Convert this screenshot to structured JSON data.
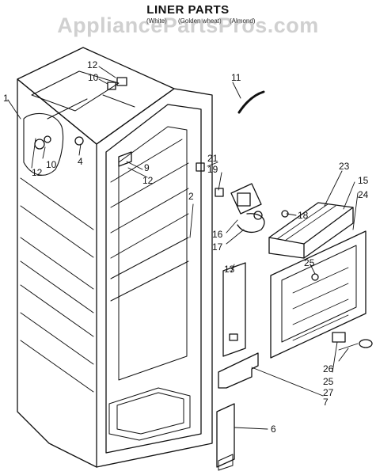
{
  "title": "LINER PARTS",
  "watermark": "AppliancePartsPros.com",
  "color_variants": [
    {
      "label": "(White)"
    },
    {
      "label": "(Golden wheat)"
    },
    {
      "label": "(Almond)"
    }
  ],
  "callouts": [
    {
      "id": "1",
      "label": "1"
    },
    {
      "id": "2",
      "label": "2"
    },
    {
      "id": "4",
      "label": "4"
    },
    {
      "id": "6",
      "label": "6"
    },
    {
      "id": "7",
      "label": "7"
    },
    {
      "id": "9",
      "label": "9"
    },
    {
      "id": "10a",
      "label": "10"
    },
    {
      "id": "10b",
      "label": "10"
    },
    {
      "id": "11",
      "label": "11"
    },
    {
      "id": "12a",
      "label": "12"
    },
    {
      "id": "12b",
      "label": "12"
    },
    {
      "id": "12c",
      "label": "12"
    },
    {
      "id": "13",
      "label": "13"
    },
    {
      "id": "15",
      "label": "15"
    },
    {
      "id": "16",
      "label": "16"
    },
    {
      "id": "17",
      "label": "17"
    },
    {
      "id": "18",
      "label": "18"
    },
    {
      "id": "19",
      "label": "19"
    },
    {
      "id": "21",
      "label": "21"
    },
    {
      "id": "23",
      "label": "23"
    },
    {
      "id": "24",
      "label": "24"
    },
    {
      "id": "25a",
      "label": "25"
    },
    {
      "id": "25b",
      "label": "25"
    },
    {
      "id": "26",
      "label": "26"
    },
    {
      "id": "27",
      "label": "27"
    }
  ]
}
